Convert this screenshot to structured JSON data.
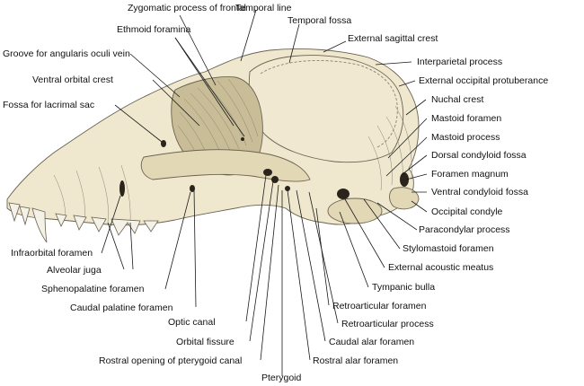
{
  "colors": {
    "bone_light": "#efe8cf",
    "bone_mid": "#e2d8b6",
    "bone_shadow": "#c9bd98",
    "hole": "#2a241c",
    "line": "#1a1a1a"
  },
  "labels": {
    "zygomatic_process_of_frontal": "Zygomatic process of frontal",
    "temporal_line": "Temporal line",
    "ethmoid_foramina": "Ethmoid foramina",
    "temporal_fossa": "Temporal fossa",
    "external_sagittal_crest": "External sagittal crest",
    "groove_for_angularis_oculi_vein": "Groove for angularis oculi vein",
    "interparietal_process": "Interparietal process",
    "ventral_orbital_crest": "Ventral orbital crest",
    "external_occipital_protuberance": "External occipital protuberance",
    "nuchal_crest": "Nuchal crest",
    "fossa_for_lacrimal_sac": "Fossa for lacrimal sac",
    "mastoid_foramen": "Mastoid foramen",
    "mastoid_process": "Mastoid process",
    "dorsal_condyloid_fossa": "Dorsal condyloid fossa",
    "foramen_magnum": "Foramen magnum",
    "ventral_condyloid_fossa": "Ventral condyloid fossa",
    "occipital_condyle": "Occipital condyle",
    "paracondylar_process": "Paracondylar process",
    "infraorbital_foramen": "Infraorbital foramen",
    "stylomastoid_foramen": "Stylomastoid foramen",
    "alveolar_juga": "Alveolar juga",
    "external_acoustic_meatus": "External acoustic meatus",
    "sphenopalatine_foramen": "Sphenopalatine foramen",
    "tympanic_bulla": "Tympanic bulla",
    "caudal_palatine_foramen": "Caudal palatine foramen",
    "retroarticular_foramen": "Retroarticular foramen",
    "optic_canal": "Optic canal",
    "retroarticular_process": "Retroarticular process",
    "orbital_fissure": "Orbital fissure",
    "caudal_alar_foramen": "Caudal alar foramen",
    "rostral_opening_of_pterygoid_canal": "Rostral opening of pterygoid canal",
    "rostral_alar_foramen": "Rostral alar foramen",
    "pterygoid": "Pterygoid"
  }
}
